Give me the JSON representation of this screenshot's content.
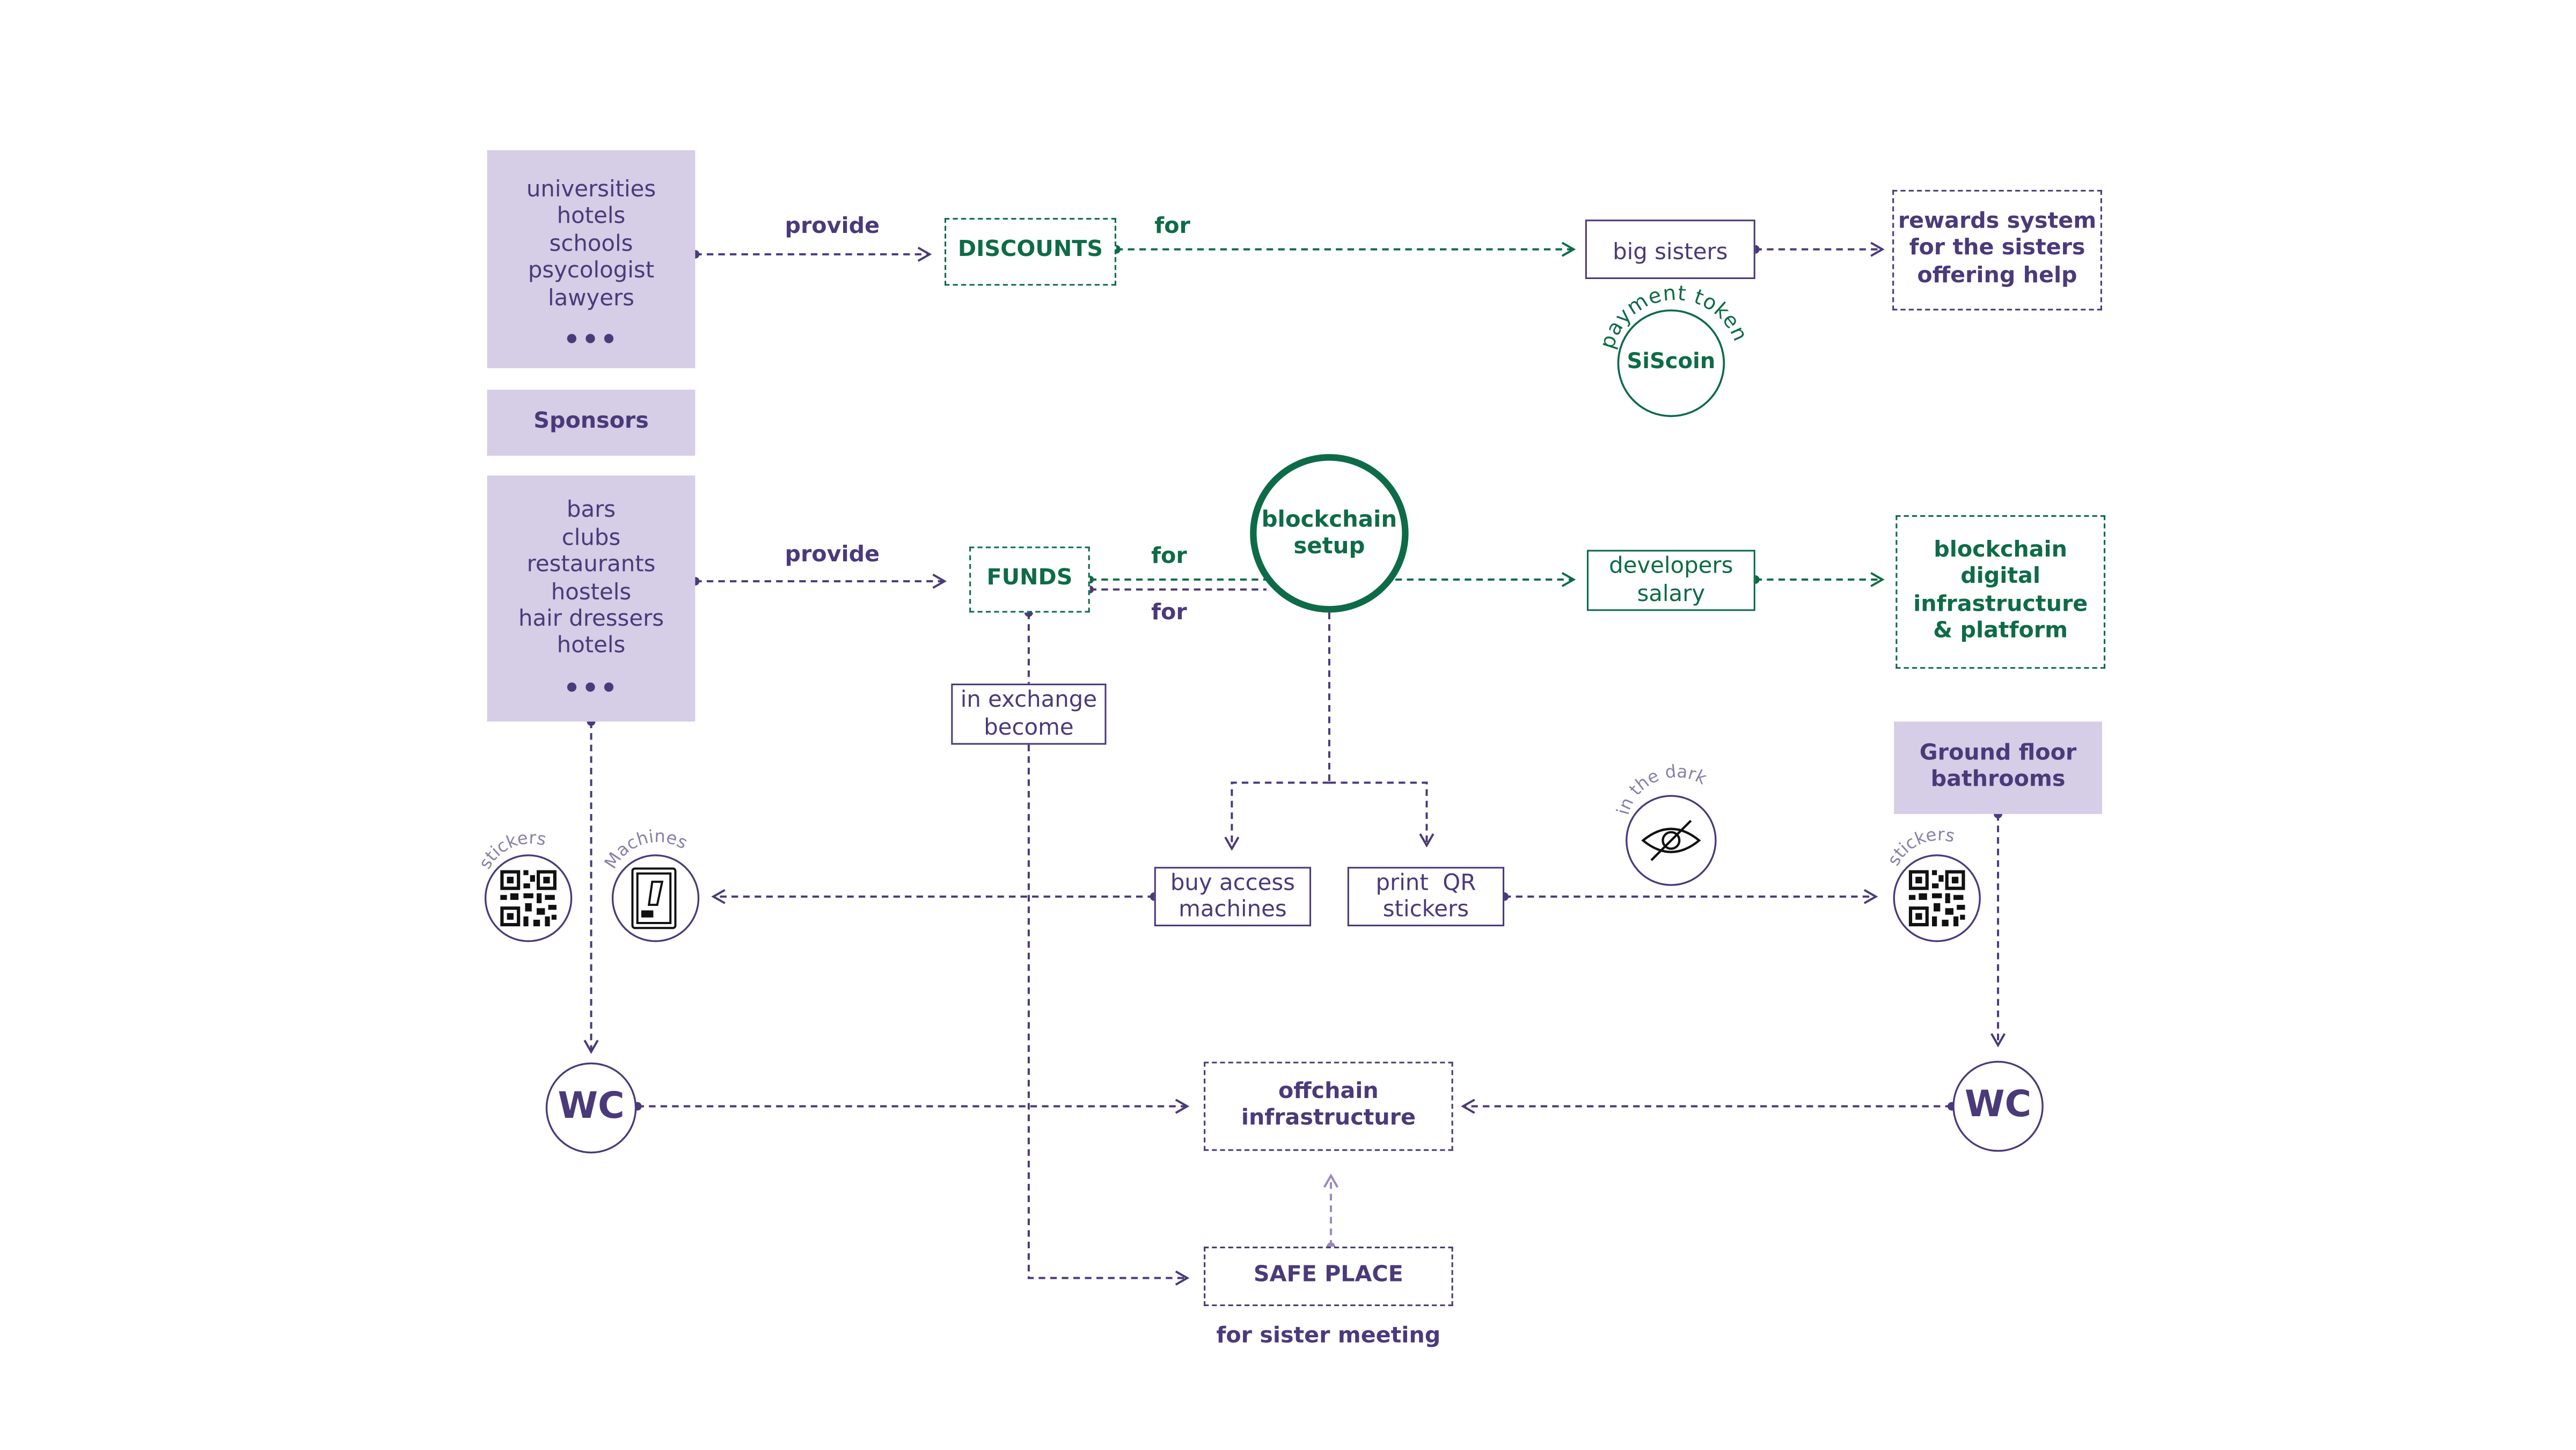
{
  "partners_top": {
    "lines": [
      "universities",
      "hotels",
      "schools",
      "psycologist",
      "lawyers"
    ],
    "ellipsis": "•••"
  },
  "sponsors": "Sponsors",
  "partners_bottom": {
    "lines": [
      "bars",
      "clubs",
      "restaurants",
      "hostels",
      "hair dressers",
      "hotels"
    ],
    "ellipsis": "•••"
  },
  "edges": {
    "provide_1": "provide",
    "provide_2": "provide",
    "for_1": "for",
    "for_2": "for",
    "for_3": "for"
  },
  "discounts": "DISCOUNTS",
  "funds": "FUNDS",
  "big_sisters": "big sisters",
  "rewards": [
    "rewards system",
    "for the sisters",
    "offering help"
  ],
  "token": {
    "arc": "payment token",
    "name": "SiScoin"
  },
  "blockchain_setup": [
    "blockchain",
    "setup"
  ],
  "developers_salary": [
    "developers",
    "salary"
  ],
  "blockchain_infra": [
    "blockchain",
    "digital",
    "infrastructure",
    "& platform"
  ],
  "exchange": [
    "in exchange",
    "become"
  ],
  "ground_floor": [
    "Ground floor",
    "bathrooms"
  ],
  "buy_access": [
    "buy access",
    "machines"
  ],
  "print_qr": [
    "print  QR",
    "stickers"
  ],
  "icon_labels": {
    "stickers_left": "stickers",
    "machines": "Machines",
    "dark": "in the dark",
    "stickers_right": "stickers"
  },
  "wc": {
    "left": "WC",
    "right": "WC"
  },
  "offchain": [
    "offchain",
    "infrastructure"
  ],
  "safe_place": "SAFE PLACE",
  "sister_meeting": "for sister meeting",
  "colors": {
    "purple": "#4b3a7a",
    "green": "#0e6b48",
    "lavender": "#d6cde6"
  }
}
